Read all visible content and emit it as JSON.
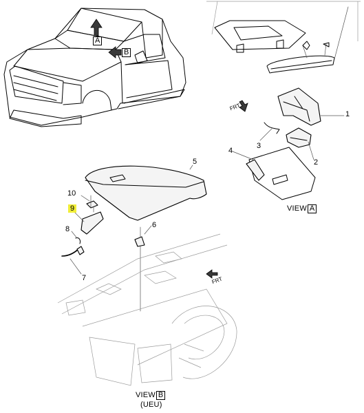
{
  "callouts": {
    "c1": "1",
    "c2": "2",
    "c3": "3",
    "c4": "4",
    "c5": "5",
    "c6": "6",
    "c7": "7",
    "c8": "8",
    "c9": "9",
    "c10": "10"
  },
  "arrows": {
    "view_a": "A",
    "view_b": "B",
    "front_upper": "FRT",
    "front_lower": "FRT"
  },
  "views": {
    "view_a_prefix": "VIEW",
    "view_a_letter": "A",
    "view_b_prefix": "VIEW",
    "view_b_letter": "B",
    "view_b_note": "(UEU)"
  },
  "colors": {
    "highlight": "#f1ee38",
    "line": "#000000"
  }
}
